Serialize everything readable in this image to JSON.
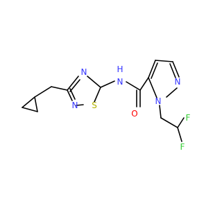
{
  "atom_labels": {
    "n_ring_upper": "N",
    "n_ring_lower": "N",
    "sulfur": "S",
    "amide_n": "N",
    "amide_h": "H",
    "oxygen": "O",
    "pyrazole_n_right": "N",
    "pyrazole_n_lower": "N",
    "fluorine_top": "F",
    "fluorine_bottom": "F"
  },
  "colors": {
    "nitrogen": "#3333ff",
    "sulfur": "#b3b300",
    "oxygen": "#ff0000",
    "fluorine": "#33cc33",
    "carbon_bond": "#000000"
  }
}
